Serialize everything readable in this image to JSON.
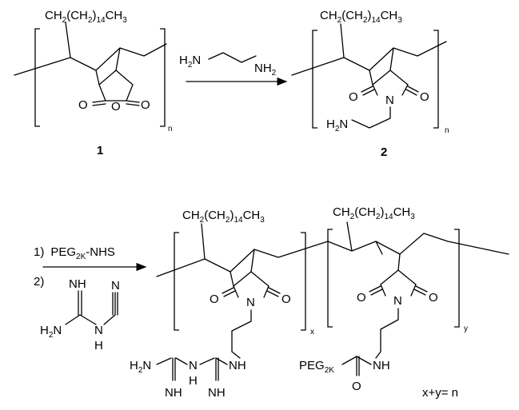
{
  "chain": {
    "main": "CH",
    "sub1": "2",
    "mid": "(CH",
    "sub2": "2",
    "close": ")",
    "sub3": "14",
    "end": "CH",
    "sub4": "3"
  },
  "atoms": {
    "o": "O",
    "n": "N",
    "nh": "NH",
    "h2n": "H",
    "two": "2",
    "n_sub": "N"
  },
  "reagent1": {
    "h2n_a": "H",
    "h2n_sub": "2",
    "h2n_b": "N",
    "nh2_a": "NH",
    "nh2_sub": "2"
  },
  "labels": {
    "compound1": "1",
    "compound2": "2",
    "repeat_n": "n",
    "repeat_x": "x",
    "repeat_y": "y",
    "sum": "x+y= n"
  },
  "step": {
    "num1": "1)",
    "peg": "PEG",
    "peg_sub": "2K",
    "nhs": "-NHS",
    "num2": "2)"
  },
  "guan": {
    "nh": "NH",
    "h2n_a": "H",
    "h2n_sub": "2",
    "h2n_b": "N",
    "n": "N",
    "h": "H"
  },
  "product": {
    "h2n_a": "H",
    "h2n_sub": "2",
    "h2n_b": "N",
    "n": "N",
    "h": "H",
    "nh": "NH",
    "peg": "PEG",
    "peg_sub": "2K",
    "o": "O"
  }
}
